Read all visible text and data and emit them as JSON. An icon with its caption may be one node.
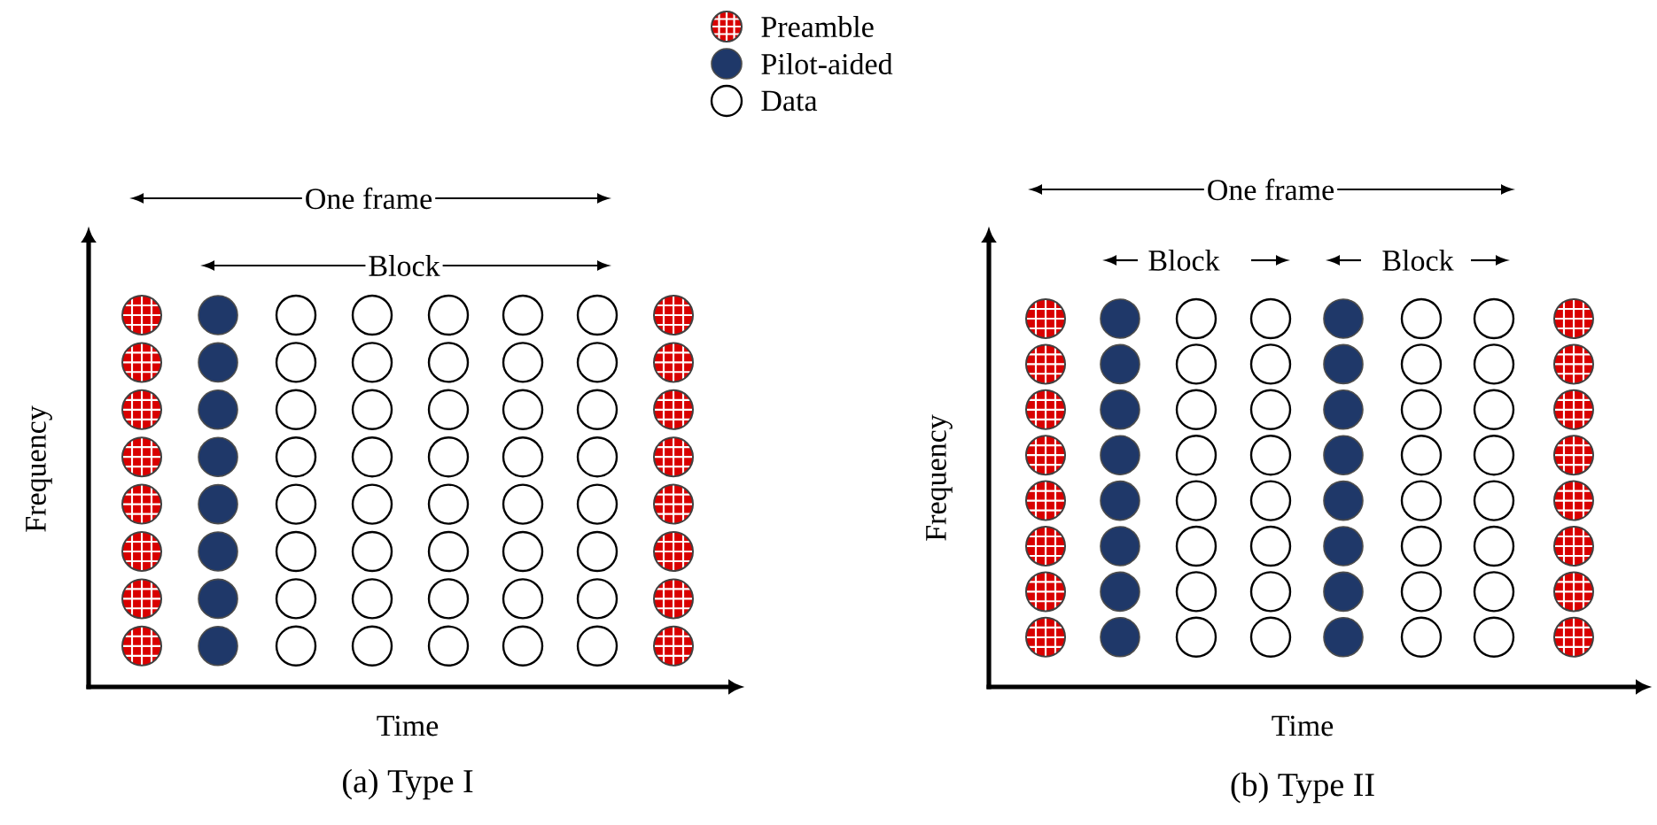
{
  "diagram": {
    "labels": [
      "One frame",
      "One frame",
      "Block",
      "Block",
      "Block",
      "Frequency",
      "Frequency",
      "Time",
      "Time",
      "(a) Type I",
      "(b) Type II"
    ],
    "legend": [
      {
        "text": "Preamble"
      },
      {
        "text": "Pilot-aided"
      },
      {
        "text": "Data"
      }
    ]
  }
}
